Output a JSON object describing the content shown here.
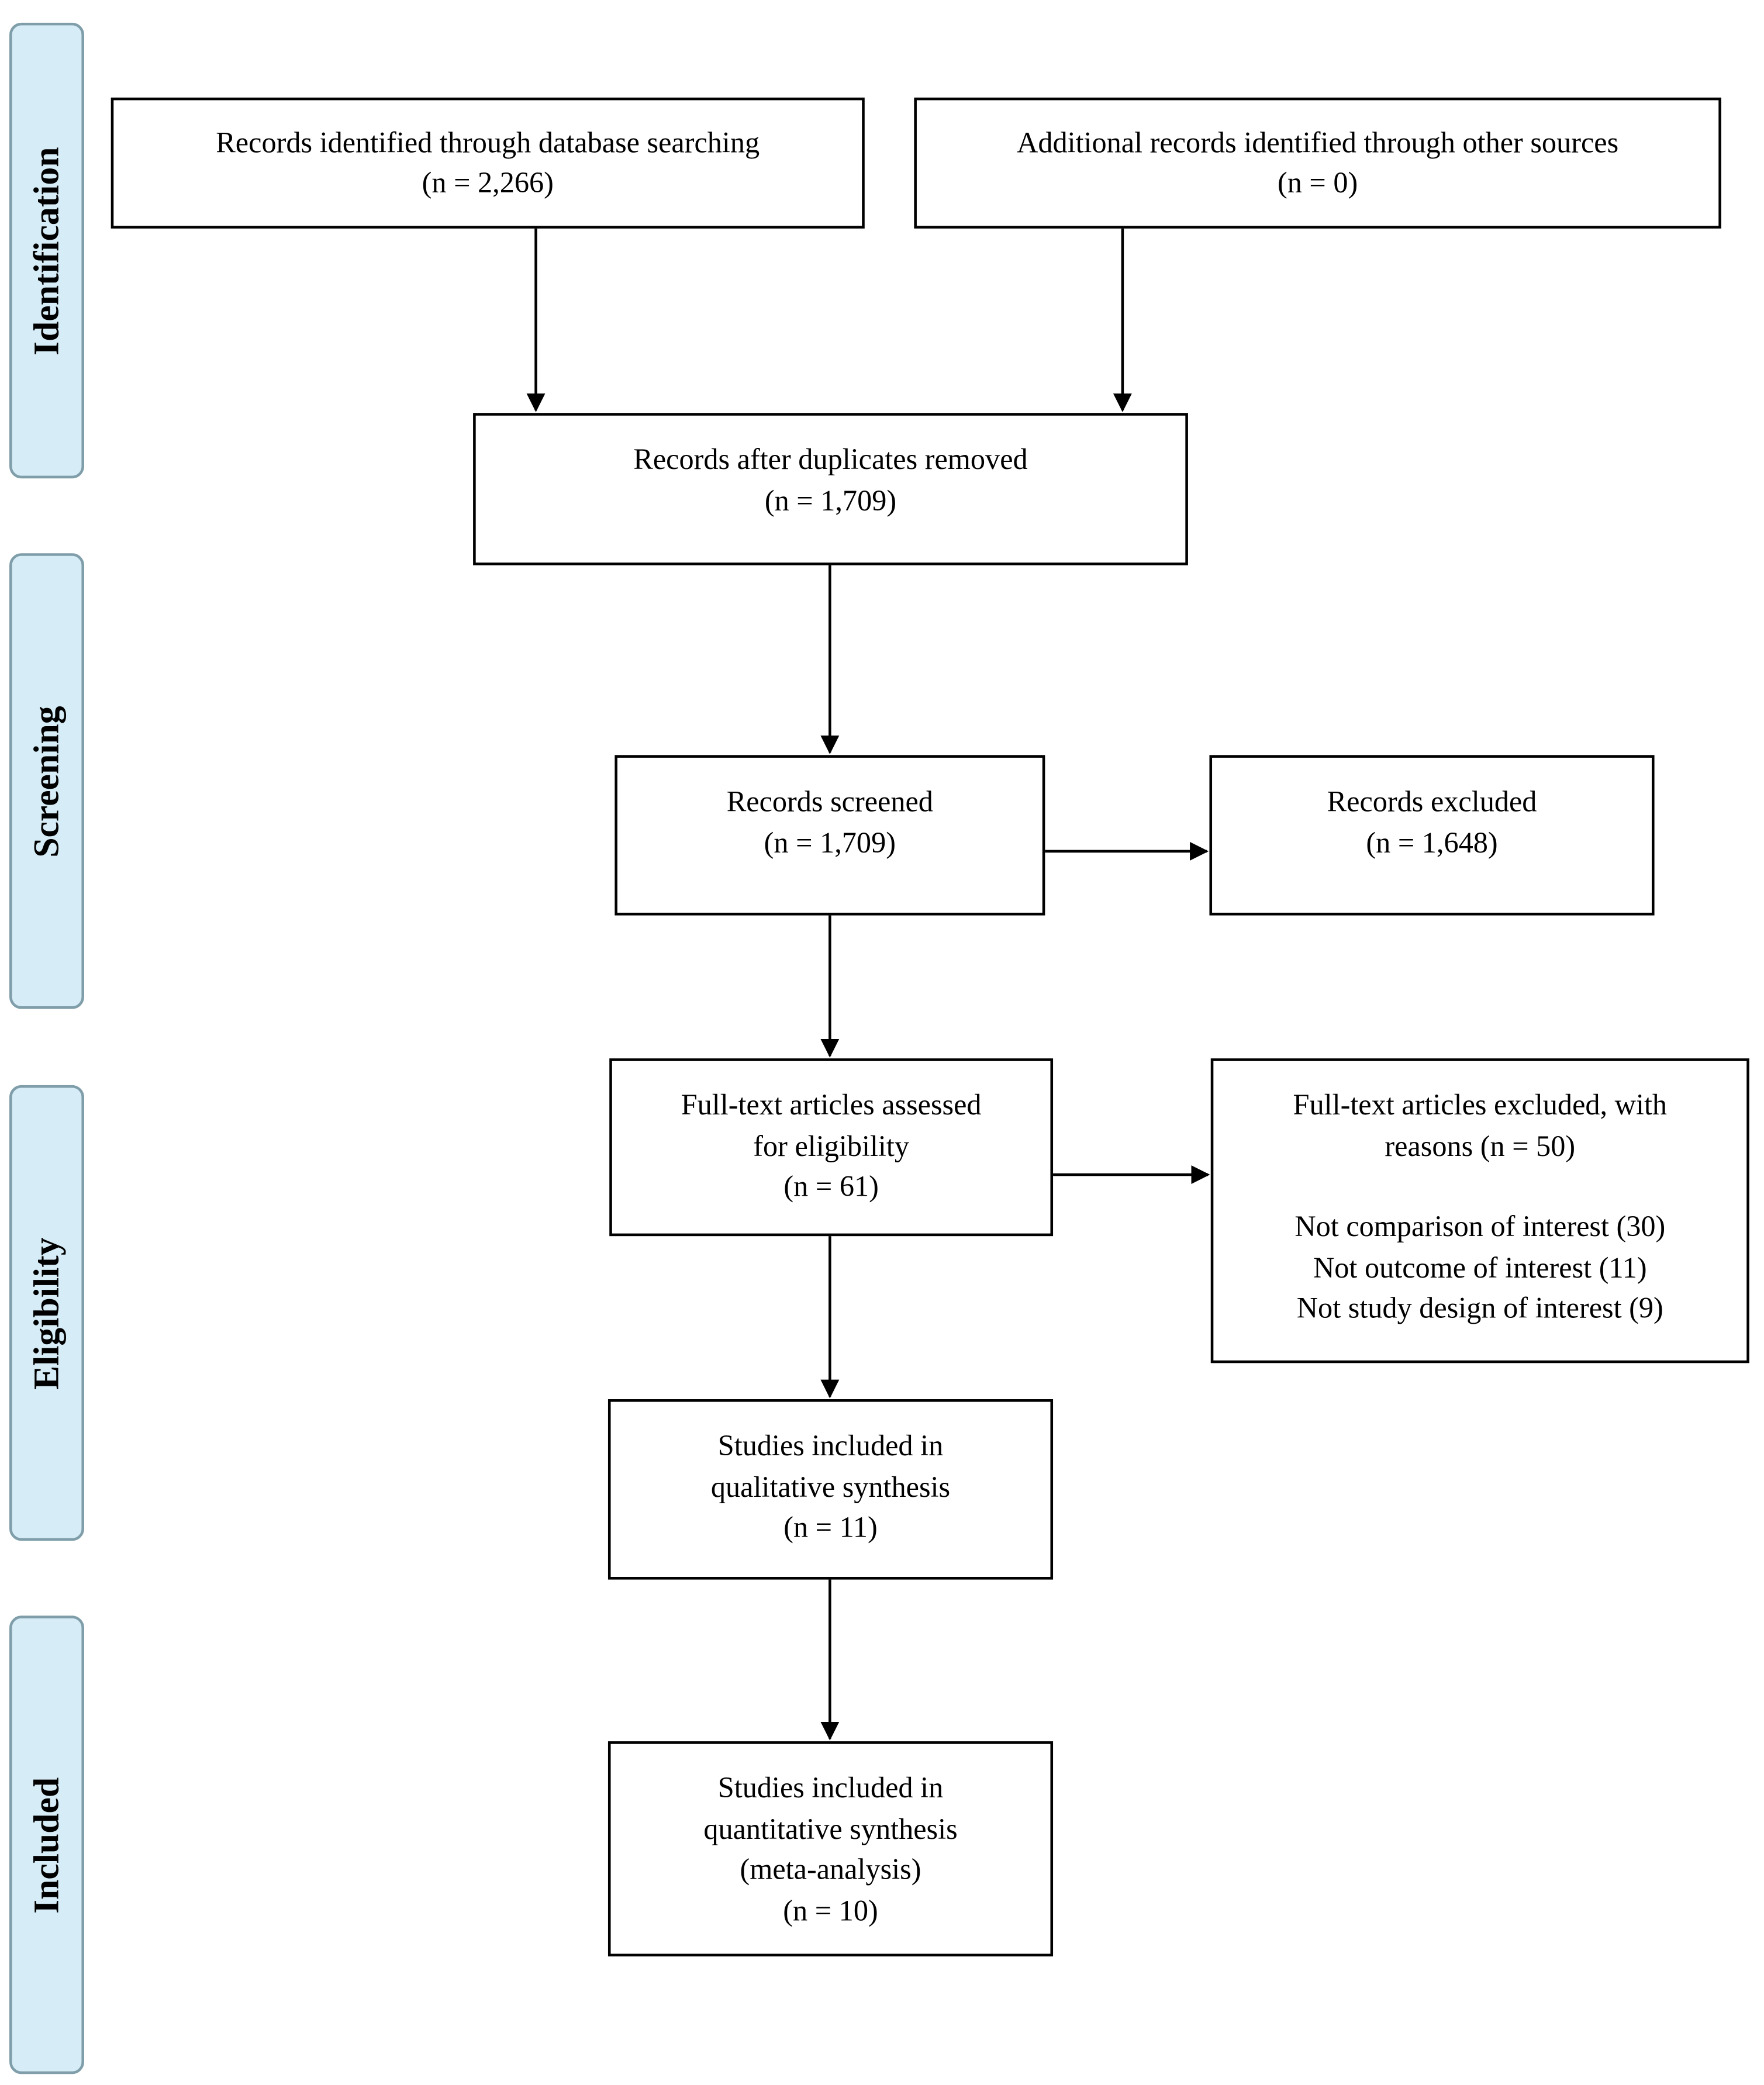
{
  "phases": {
    "identification": "Identification",
    "screening": "Screening",
    "eligibility": "Eligibility",
    "included": "Included"
  },
  "boxes": {
    "database_search": {
      "label": "Records identified through database searching",
      "count": "(n = 2,266)"
    },
    "other_sources": {
      "label": "Additional records identified through other sources",
      "count": "(n = 0)"
    },
    "after_duplicates": {
      "label": "Records after duplicates removed",
      "count": "(n = 1,709)"
    },
    "screened": {
      "label": "Records screened",
      "count": "(n = 1,709)"
    },
    "excluded": {
      "label": "Records excluded",
      "count": "(n = 1,648)"
    },
    "full_text_assessed": {
      "line1": "Full-text articles assessed",
      "line2": "for eligibility",
      "count": "(n = 61)"
    },
    "full_text_excluded": {
      "line1": "Full-text articles excluded, with",
      "line2": "reasons (n = 50)",
      "reasons": [
        "Not comparison of interest (30)",
        "Not outcome of interest (11)",
        "Not study design of interest (9)"
      ]
    },
    "qualitative": {
      "line1": "Studies included in",
      "line2": "qualitative synthesis",
      "count": "(n = 11)"
    },
    "quantitative": {
      "line1": "Studies included in",
      "line2": "quantitative synthesis",
      "line3": "(meta-analysis)",
      "count": "(n = 10)"
    }
  }
}
